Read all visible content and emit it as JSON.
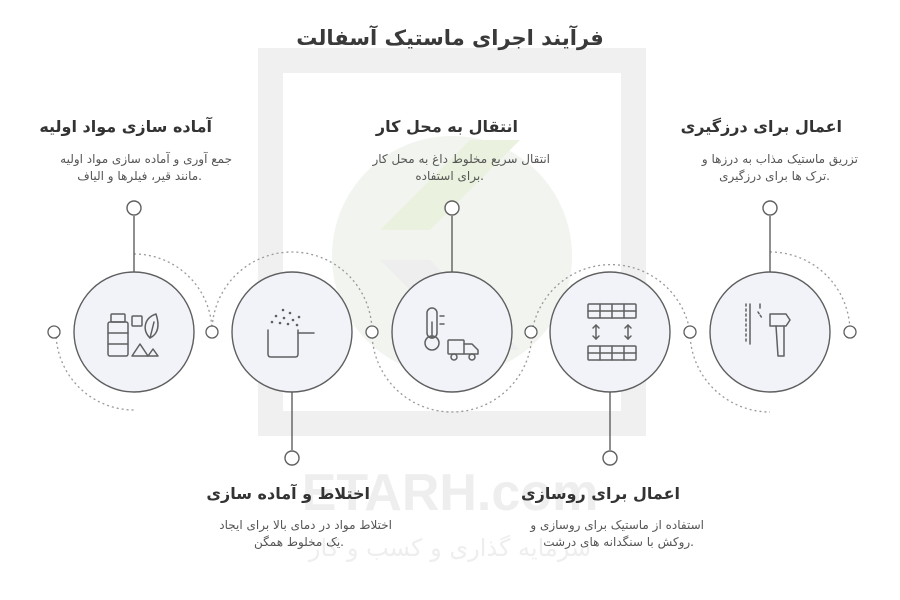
{
  "title": "فرآیند اجرای ماستیک آسفالت",
  "watermark": {
    "brand": "ETARH.com",
    "tagline": "سرمایه گذاری و کسب و کار"
  },
  "steps": [
    {
      "heading": "آماده سازی مواد اولیه",
      "desc_line1": "جمع آوری و آماده سازی مواد اولیه",
      "desc_line2": ".مانند قیر، فیلرها و الیاف",
      "icon": "materials-icon"
    },
    {
      "heading": "اختلاط و آماده سازی",
      "desc_line1": "اختلاط مواد در دمای بالا برای ایجاد",
      "desc_line2": ".یک مخلوط همگن",
      "icon": "mixing-bowl-icon"
    },
    {
      "heading": "انتقال به محل کار",
      "desc_line1": "انتقال سریع مخلوط داغ به محل کار",
      "desc_line2": ".برای استفاده",
      "icon": "thermometer-truck-icon"
    },
    {
      "heading": "اعمال برای روسازی",
      "desc_line1": "استفاده از ماستیک برای روسازی و",
      "desc_line2": ".روکش با سنگدانه های درشت",
      "icon": "paving-tiles-icon"
    },
    {
      "heading": "اعمال برای درزگیری",
      "desc_line1": "تزریق ماستیک مذاب به درزها و",
      "desc_line2": ".ترک ها برای درزگیری",
      "icon": "hammer-seal-icon"
    }
  ],
  "colors": {
    "stroke": "#5f5f5f",
    "circle_fill": "#f1f3f8",
    "text": "#333333"
  }
}
